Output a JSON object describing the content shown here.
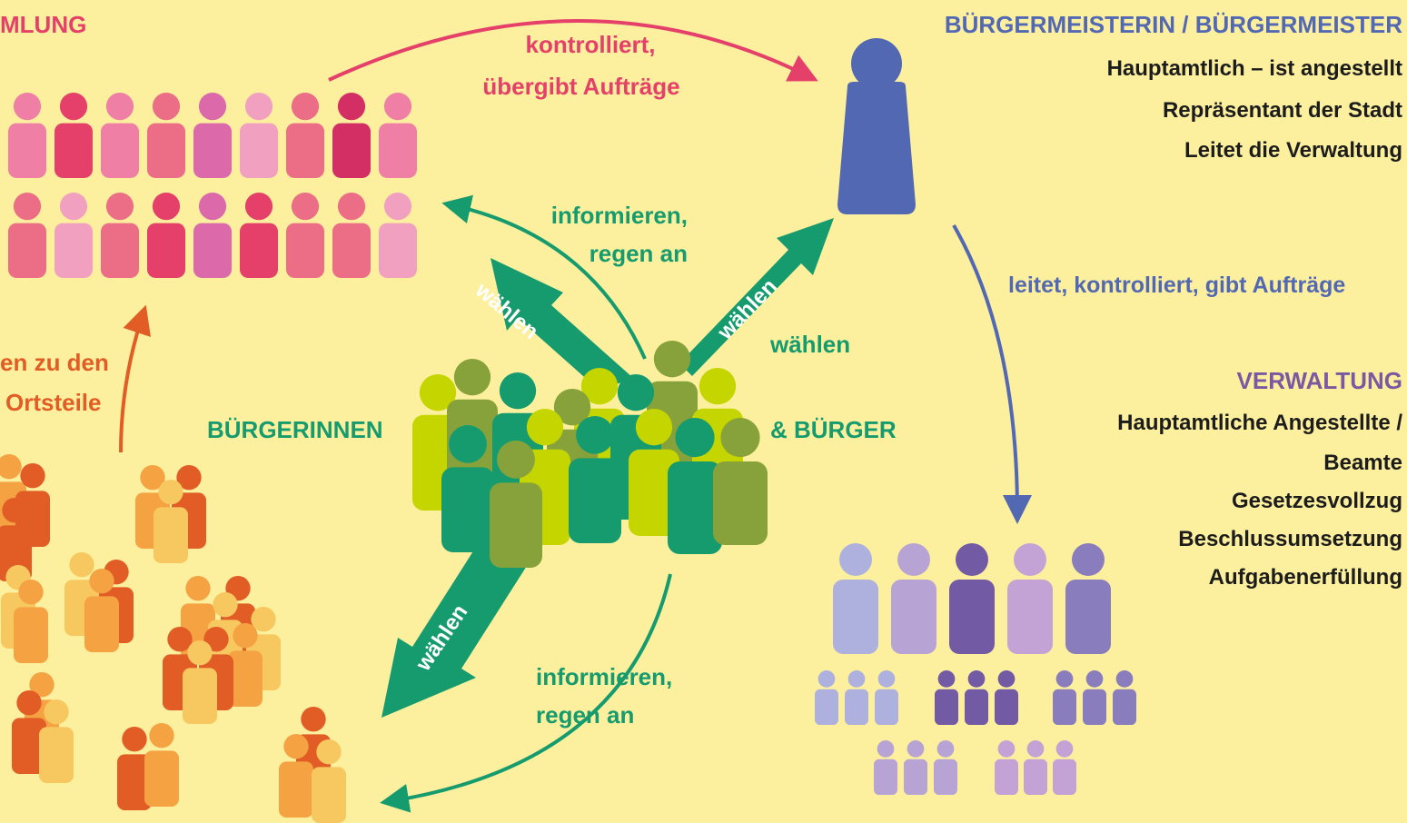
{
  "labels": {
    "council_title": "MLUNG",
    "mayor_title": "BÜRGERMEISTERIN / BÜRGERMEISTER",
    "mayor_lines": [
      "Hauptamtlich – ist angestellt",
      "Repräsentant der Stadt",
      "Leitet die Verwaltung"
    ],
    "admin_title": "VERWALTUNG",
    "admin_lines": [
      "Hauptamtliche Angestellte /",
      "Beamte",
      "Gesetzesvollzug",
      "Beschlussumsetzung",
      "Aufgabenerfüllung"
    ],
    "citizens_left": "BÜRGERINNEN",
    "citizens_right": "& BÜRGER",
    "council_to_mayor": [
      "kontrolliert,",
      "übergibt Aufträge"
    ],
    "inform_top": [
      "informieren,",
      "regen an"
    ],
    "inform_bottom": [
      "informieren,",
      "regen an"
    ],
    "mayor_to_admin": "leitet, kontrolliert, gibt Aufträge",
    "waehlen_plain": "wählen",
    "arrow_waehlen": "wählen",
    "districts": [
      "en zu den",
      "Ortsteile"
    ]
  },
  "colors": {
    "background": "#fcf09e",
    "council": "#e4406a",
    "citizens": "#169b6e",
    "mayor": "#5368b3",
    "admin": "#7a58a2",
    "districts": "#e25d26"
  },
  "groups": {
    "council_colors": [
      "#f07fa6",
      "#e4406a",
      "#f07fa6",
      "#ec6d86",
      "#dc6aab",
      "#f2a0c0",
      "#ec6d86",
      "#d32f65",
      "#f07fa6",
      "#ec6d86",
      "#f2a0c0",
      "#ec6d86",
      "#e4406a",
      "#dc6aab",
      "#e4406a",
      "#ec6d86",
      "#ec6d86",
      "#f2a0c0"
    ],
    "admin_big_colors": [
      "#aeb1dd",
      "#b7a3d4",
      "#735aa5",
      "#c3a3d6",
      "#8a7dbd"
    ],
    "admin_small_colors": [
      "#aeb1dd",
      "#aeb1dd",
      "#aeb1dd",
      "#735aa5",
      "#735aa5",
      "#735aa5",
      "#8a7dbd",
      "#8a7dbd",
      "#8a7dbd",
      "#b7a3d4",
      "#b7a3d4",
      "#b7a3d4",
      "#c3a3d6",
      "#c3a3d6",
      "#c3a3d6"
    ]
  }
}
